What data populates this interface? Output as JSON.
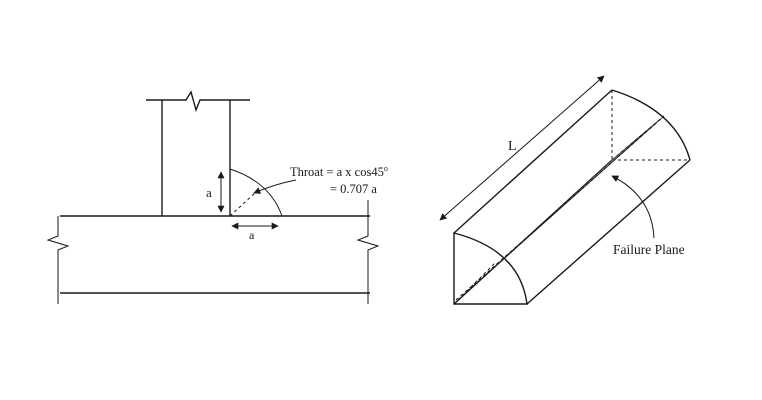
{
  "left_figure": {
    "leg_label": "a",
    "base_label": "a",
    "throat_line1": "Throat = a x cos45",
    "throat_degree": "o",
    "throat_line2": "= 0.707 a",
    "weld_fill": "#8c8c8c"
  },
  "right_figure": {
    "length_label": "L",
    "failure_plane_label": "Failure Plane",
    "plane_fill": "#9a9a9a"
  }
}
